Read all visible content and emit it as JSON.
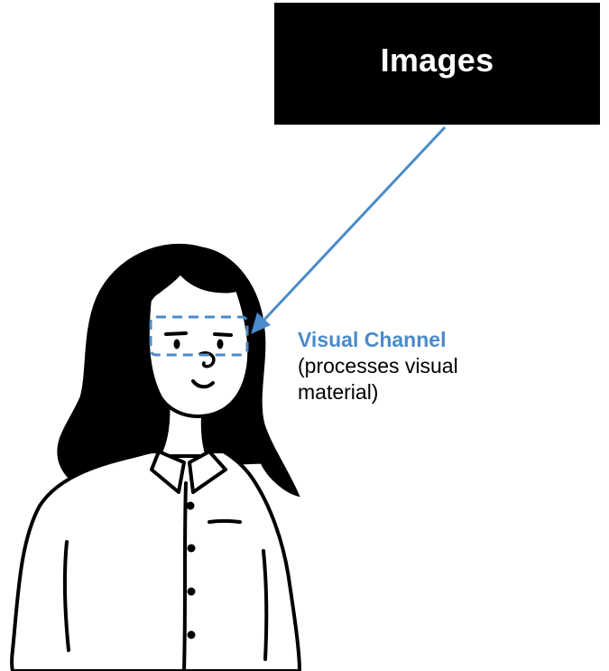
{
  "box": {
    "label": "Images"
  },
  "channel": {
    "title": "Visual Channel",
    "description": "(processes visual\nmaterial)"
  },
  "colors": {
    "accent": "#4A8BCB",
    "box_fill": "#000000",
    "ink": "#000000"
  },
  "icons": {
    "figure": "person-illustration-icon",
    "arrow": "arrow-icon",
    "eye_highlight": "dashed-highlight-box"
  }
}
